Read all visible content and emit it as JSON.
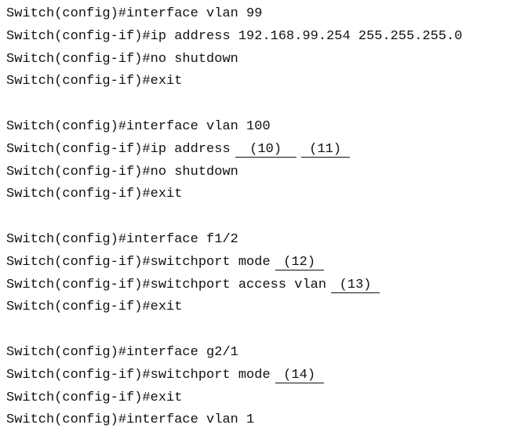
{
  "block1": [
    "Switch(config)#interface vlan 99",
    "Switch(config-if)#ip address 192.168.99.254 255.255.255.0",
    "Switch(config-if)#no shutdown",
    "Switch(config-if)#exit"
  ],
  "block2": {
    "l1": "Switch(config)#interface vlan 100",
    "l2_prefix": "Switch(config-if)#ip address",
    "blank10": "(10)",
    "blank11": "(11)",
    "l3": "Switch(config-if)#no shutdown",
    "l4": "Switch(config-if)#exit"
  },
  "block3": {
    "l1": "Switch(config)#interface f1/2",
    "l2_prefix": "Switch(config-if)#switchport mode",
    "blank12": "(12)",
    "l3_prefix": "Switch(config-if)#switchport access vlan",
    "blank13": "(13)",
    "l4": "Switch(config-if)#exit"
  },
  "block4": {
    "l1": "Switch(config)#interface g2/1",
    "l2_prefix": "Switch(config-if)#switchport mode",
    "blank14": "(14)",
    "l3": "Switch(config-if)#exit",
    "l4": "Switch(config)#interface vlan 1"
  }
}
